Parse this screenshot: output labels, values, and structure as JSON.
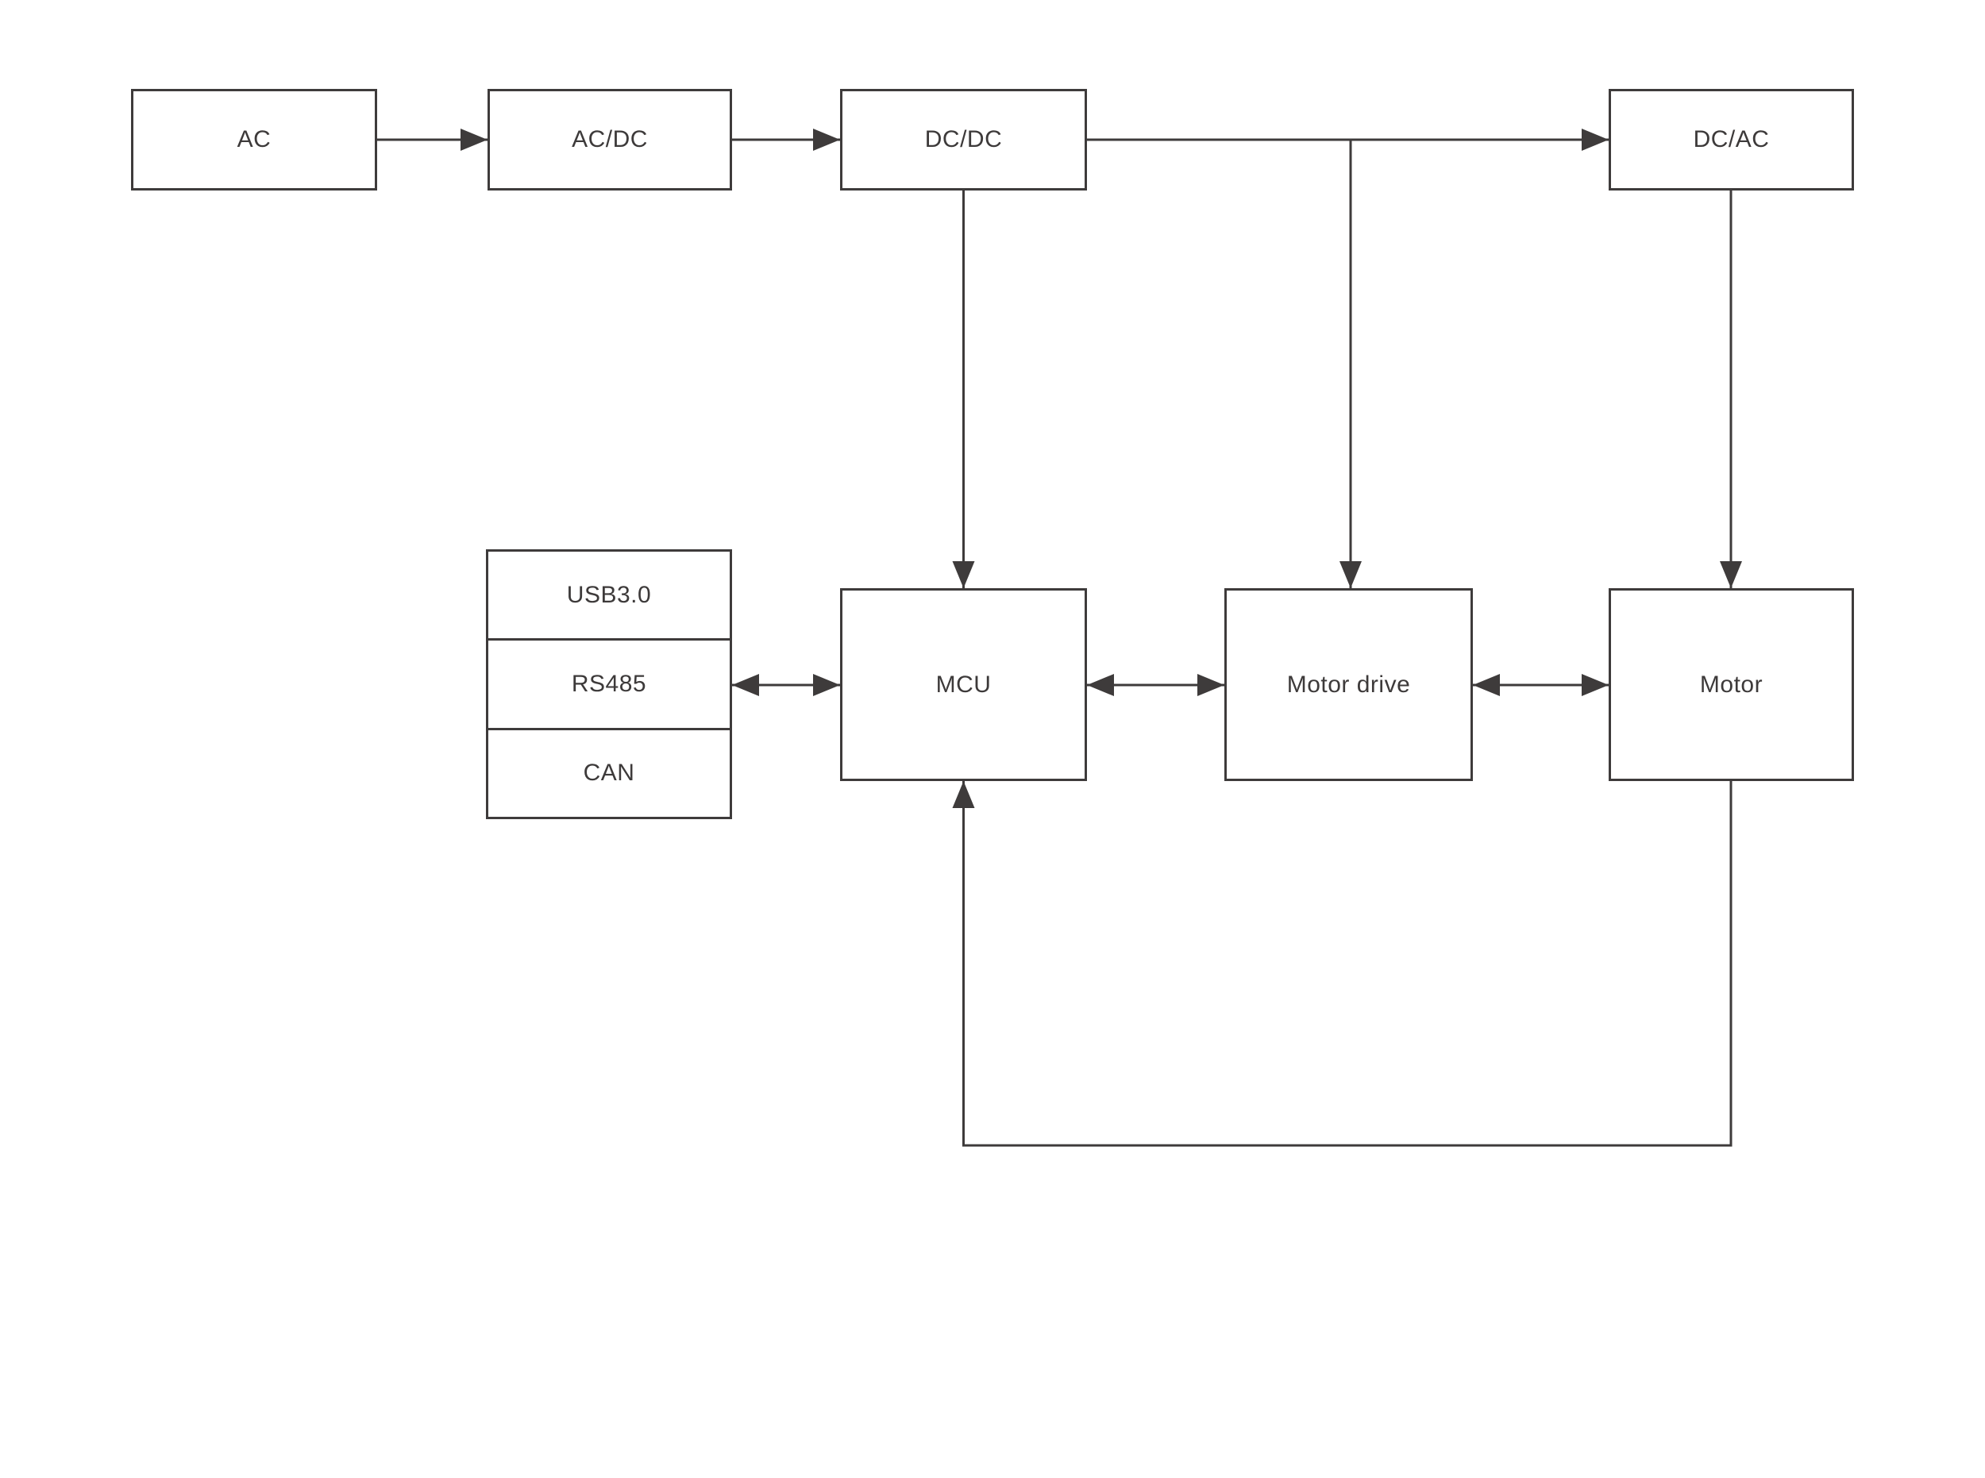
{
  "colors": {
    "line": "#3e3b3b",
    "text": "#3d3a3a",
    "background": "#ffffff"
  },
  "nodes": {
    "ac": {
      "label": "AC"
    },
    "acdc": {
      "label": "AC/DC"
    },
    "dcdc": {
      "label": "DC/DC"
    },
    "dcac": {
      "label": "DC/AC"
    },
    "usb30": {
      "label": "USB3.0"
    },
    "rs485": {
      "label": "RS485"
    },
    "can": {
      "label": "CAN"
    },
    "mcu": {
      "label": "MCU"
    },
    "motor_drive": {
      "label": "Motor drive"
    },
    "motor": {
      "label": "Motor"
    }
  },
  "edges": [
    {
      "from": "ac",
      "to": "acdc",
      "type": "arrow"
    },
    {
      "from": "acdc",
      "to": "dcdc",
      "type": "arrow"
    },
    {
      "from": "dcdc",
      "to": "dcac",
      "type": "arrow"
    },
    {
      "from": "dcdc",
      "to": "mcu",
      "type": "arrow"
    },
    {
      "from": "dcdc",
      "to": "motor_drive",
      "type": "arrow"
    },
    {
      "from": "dcac",
      "to": "motor",
      "type": "arrow"
    },
    {
      "from": "rs485",
      "to": "mcu",
      "type": "bidirectional"
    },
    {
      "from": "mcu",
      "to": "motor_drive",
      "type": "bidirectional"
    },
    {
      "from": "motor_drive",
      "to": "motor",
      "type": "bidirectional"
    },
    {
      "from": "motor",
      "to": "mcu",
      "type": "arrow-feedback"
    }
  ]
}
